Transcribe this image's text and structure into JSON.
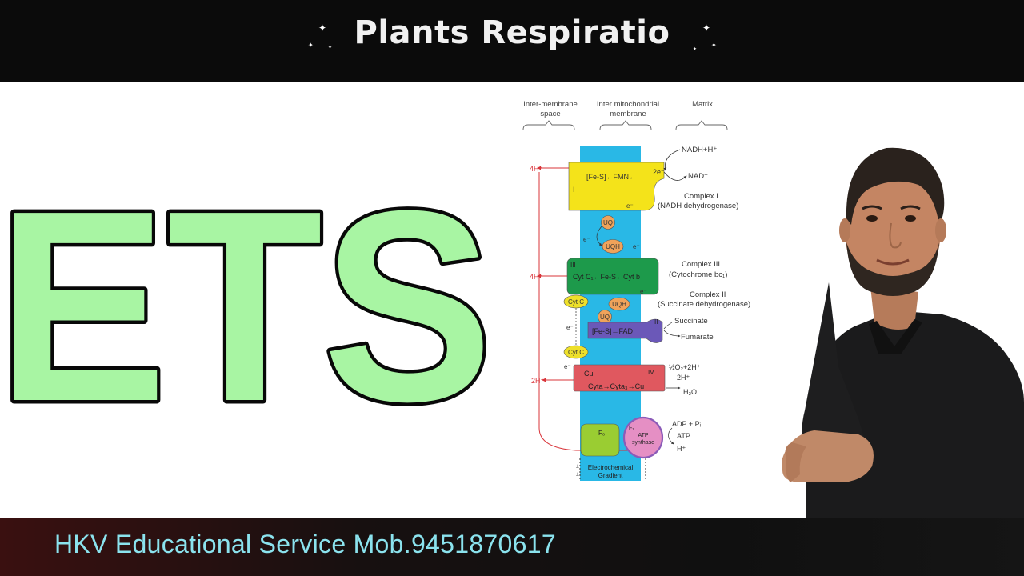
{
  "header": {
    "title": "Plants Respiratio"
  },
  "hero": {
    "text": "ETS"
  },
  "diagram": {
    "col_inter_membrane": [
      "Inter-membrane",
      "space"
    ],
    "col_membrane": [
      "Inter mitochondrial",
      "membrane"
    ],
    "col_matrix": "Matrix",
    "nadh": "NADH+H⁺",
    "nad": "NAD⁺",
    "complex1_name": "Complex I",
    "complex1_desc": "(NADH dehydrogenase)",
    "complex1_roman": "I",
    "fes_fmn": "[Fe-S]←FMN←",
    "two_e": "2e⁻",
    "e_minus": "e⁻",
    "uq": "UQ",
    "uqh": "UQH",
    "four_h": "4H⁺",
    "complex3_roman": "III",
    "complex3_content": "Cyt C₁←Fe-S←Cyt b",
    "complex3_name": "Complex III",
    "complex3_desc": "(Cytochrome bc₁)",
    "complex2_name": "Complex II",
    "complex2_desc": "(Succinate dehydrogenase)",
    "complex2_roman": "II",
    "complex2_content": "[Fe-S]←FAD",
    "succinate": "Succinate",
    "fumarate": "Fumarate",
    "cytc": "Cyt C",
    "two_h": "2H⁺",
    "complex4_roman": "IV",
    "cu": "Cu",
    "cyta_chain": "Cyta→Cyta₃→Cu",
    "oxygen": "½O₂+2H⁺",
    "h2o": "H₂O",
    "f0": "F₀",
    "f1": "F₁",
    "atp_synthase": [
      "ATP",
      "synthase"
    ],
    "adp": "ADP + Pᵢ",
    "atp": "ATP",
    "h_plus": "H⁺",
    "gradient": [
      "Electrochemical",
      "Gradient"
    ]
  },
  "footer": {
    "text": "HKV Educational Service Mob.9451870617"
  },
  "colors": {
    "banner_bg": "#0b0b0b",
    "ets_fill": "#a8f5a3",
    "membrane": "#29b8e6",
    "complex1": "#f4e31a",
    "complex3": "#1d9a4b",
    "complex2": "#6b58b8",
    "complex4": "#e0585f",
    "f0": "#9acd32",
    "atp_synthase": "#e58fc4",
    "arrow_red": "#d9343a",
    "footer_text": "#8be3ee"
  }
}
